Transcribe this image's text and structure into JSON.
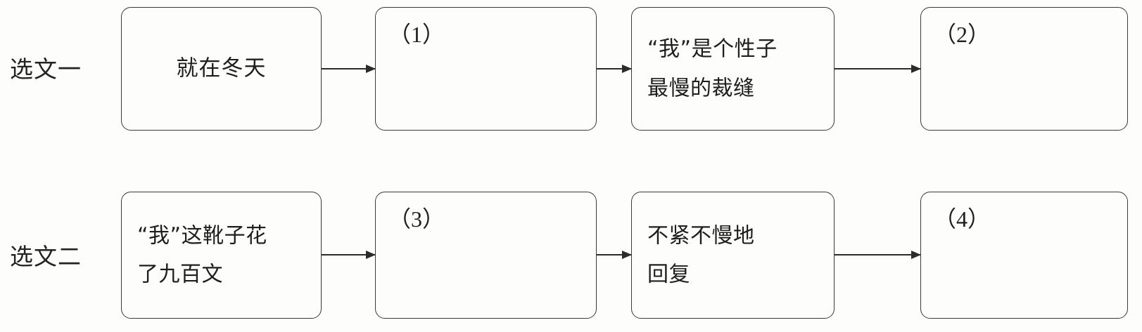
{
  "diagram": {
    "type": "flowchart",
    "orientation": "horizontal",
    "background_color": "#fdfdfc",
    "box_border_color": "#3a3a3a",
    "arrow_color": "#2b2b2b",
    "text_color": "#1e1e1e",
    "rows": [
      {
        "label": "选文一",
        "boxes": [
          {
            "slot": "",
            "lines": [
              "就在冬天"
            ],
            "filled": true
          },
          {
            "slot": "（1）",
            "lines": [],
            "filled": false
          },
          {
            "slot": "",
            "lines": [
              "“我”是个性子",
              "最慢的裁缝"
            ],
            "filled": true
          },
          {
            "slot": "（2）",
            "lines": [],
            "filled": false
          }
        ],
        "arrows": [
          "arrow-right",
          "arrow-right",
          "arrow-right"
        ]
      },
      {
        "label": "选文二",
        "boxes": [
          {
            "slot": "",
            "lines": [
              "“我”这靴子花",
              "了九百文"
            ],
            "filled": true
          },
          {
            "slot": "（3）",
            "lines": [],
            "filled": false
          },
          {
            "slot": "",
            "lines": [
              "不紧不慢地",
              "回复"
            ],
            "filled": true
          },
          {
            "slot": "（4）",
            "lines": [],
            "filled": false
          }
        ],
        "arrows": [
          "arrow-right",
          "arrow-right",
          "arrow-right"
        ]
      }
    ]
  }
}
